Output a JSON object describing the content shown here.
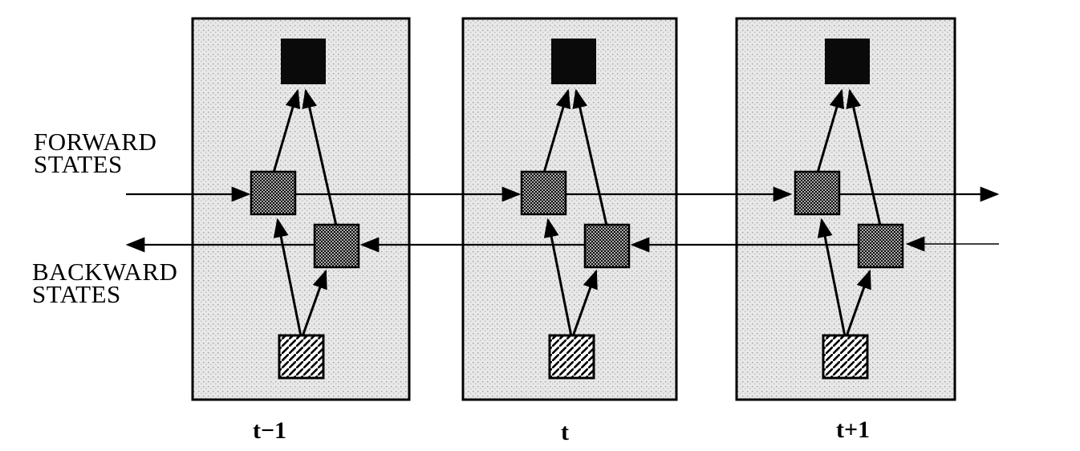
{
  "labels": {
    "forward": {
      "line1": "FORWARD",
      "line2": "STATES"
    },
    "backward": {
      "line1": "BACKWARD",
      "line2": "STATES"
    }
  },
  "timesteps": [
    "t−1",
    "t",
    "t+1"
  ],
  "colors": {
    "page_background": "#ffffff",
    "panel_background": "#e8e8e8",
    "panel_speckle": "#9e9e9e",
    "panel_border": "#000000",
    "output_node": "#0a0a0a",
    "state_node_base": "#adadad",
    "state_node_dot": "#0a0a0a",
    "input_node_background": "#ffffff",
    "input_node_hatch": "#000000",
    "arrow": "#000000",
    "text": "#000000"
  },
  "structure": {
    "type": "diagram",
    "description": "Bidirectional recurrent neural network unfolded over three time steps",
    "panels": [
      {
        "timestep": "t−1",
        "nodes": [
          "input",
          "forward-state",
          "backward-state",
          "output"
        ]
      },
      {
        "timestep": "t",
        "nodes": [
          "input",
          "forward-state",
          "backward-state",
          "output"
        ]
      },
      {
        "timestep": "t+1",
        "nodes": [
          "input",
          "forward-state",
          "backward-state",
          "output"
        ]
      }
    ],
    "edges_per_panel": [
      "input → forward-state",
      "input → backward-state",
      "forward-state → output",
      "backward-state → output"
    ],
    "recurrent_edges": [
      "forward states flow left-to-right across time steps",
      "backward states flow right-to-left across time steps"
    ]
  }
}
